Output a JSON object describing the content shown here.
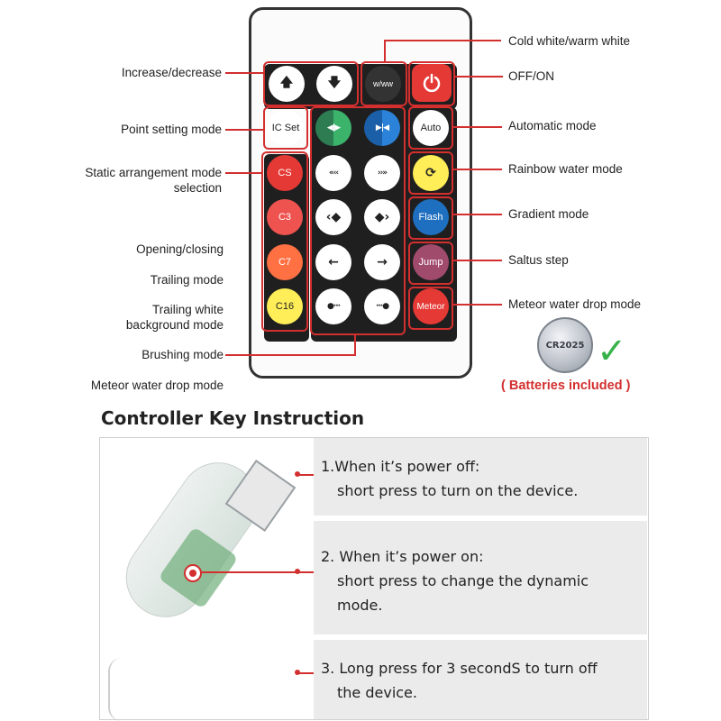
{
  "remote": {
    "buttons": {
      "up": "🡅",
      "down": "🡇",
      "w_ww": "w/ww",
      "ic_set": "IC Set",
      "auto": "Auto",
      "cs": "CS",
      "c3": "C3",
      "c7": "C7",
      "c16": "C16",
      "flash": "Flash",
      "jump": "Jump",
      "meteor": "Meteor"
    }
  },
  "labels": {
    "increase_decrease": "Increase/decrease",
    "point_setting_mode": "Point setting mode",
    "static_arrangement_1": "Static arrangement mode",
    "static_arrangement_2": "selection",
    "opening_closing": "Opening/closing",
    "trailing_mode": "Trailing mode",
    "trailing_white_1": "Trailing white",
    "trailing_white_2": "background mode",
    "brushing_mode": "Brushing mode",
    "meteor_left": "Meteor water drop mode",
    "cold_warm": "Cold white/warm white",
    "off_on": "OFF/ON",
    "automatic_mode": "Automatic mode",
    "rainbow_mode": "Rainbow water mode",
    "gradient_mode": "Gradient mode",
    "saltus_step": "Saltus step",
    "meteor_right": "Meteor water drop mode"
  },
  "battery": {
    "coin_text": "CR2025",
    "note": "( Batteries included )"
  },
  "instruction": {
    "heading": "Controller Key Instruction",
    "item1_line1": "1.When it’s power off:",
    "item1_line2": "short press to turn on the device.",
    "item2_line1": "2. When it’s power on:",
    "item2_line2": "short press to change the dynamic",
    "item2_line3": "mode.",
    "item3_line1": "3. Long press for 3 secondS to turn off",
    "item3_line2": "the device."
  },
  "colors": {
    "accent_red": "#d32f2f",
    "check_green": "#36b24a"
  }
}
